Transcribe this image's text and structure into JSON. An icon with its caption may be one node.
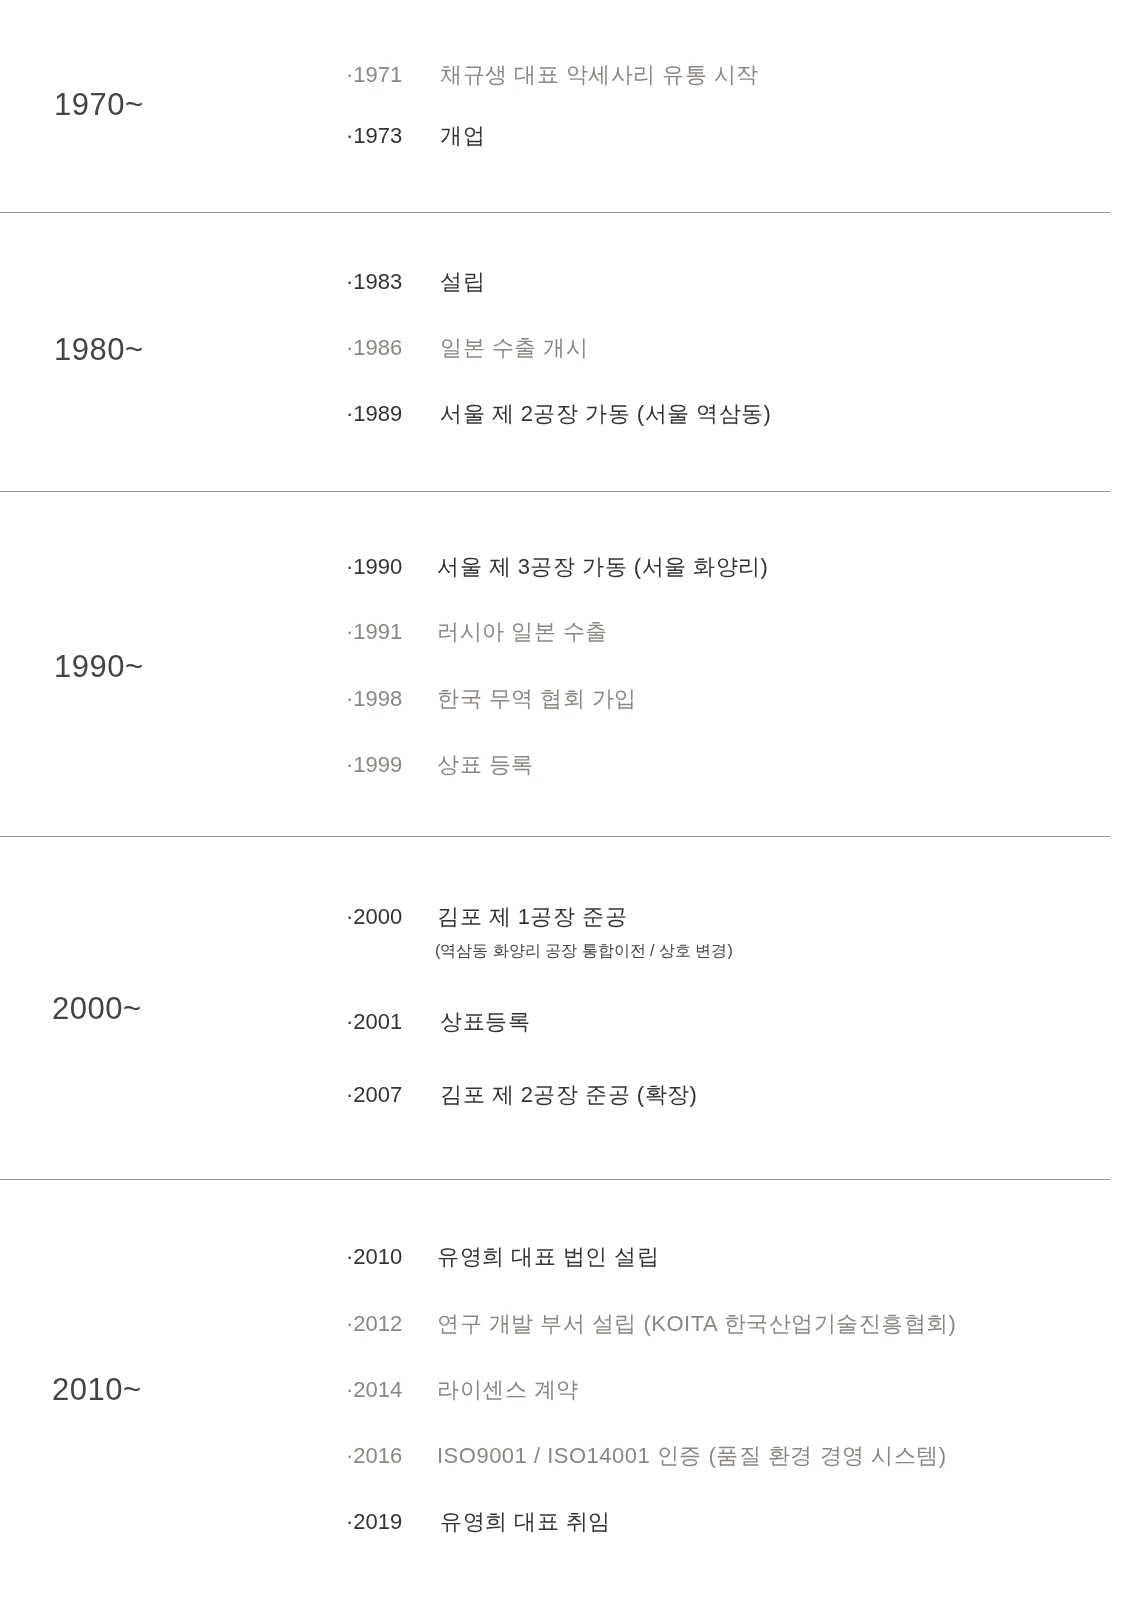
{
  "diagram": {
    "labels": [
      "1970~",
      "·1971",
      "채규생 대표 악세사리 유통 시작",
      "·1973",
      "개업",
      "1980~",
      "·1983",
      "설립",
      "·1986",
      "일본 수출 개시",
      "·1989",
      "서울 제 2공장 가동 (서울 역삼동)",
      "1990~",
      "·1990",
      "서울 제 3공장 가동 (서울 화양리)",
      "·1991",
      "러시아 일본 수출",
      "·1998",
      "한국 무역 협회 가입",
      "·1999",
      "상표 등록",
      "2000~",
      "·2000",
      "김포 제 1공장 준공",
      "(역삼동 화양리 공장 통합이전 / 상호 변경)",
      "·2001",
      "상표등록",
      "·2007",
      "김포 제 2공장 준공 (확장)",
      "2010~",
      "·2010",
      "유영희 대표 법인 설립",
      "·2012",
      "연구 개발 부서 설립 (KOITA 한국산업기술진흥협회)",
      "·2014",
      "라이센스 계약",
      "·2016",
      "ISO9001 / ISO14001 인증 (품질 환경 경영 시스템)",
      "·2019",
      "유영희 대표 취임"
    ]
  }
}
